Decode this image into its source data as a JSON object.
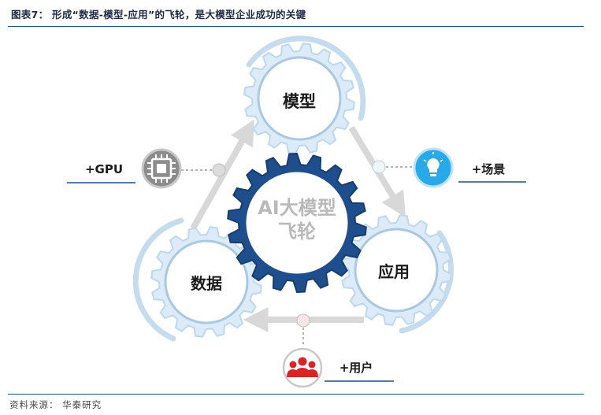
{
  "figure": {
    "title": "图表7： 形成“数据-模型-应用”的飞轮，是大模型企业成功的关键",
    "source": "资料来源： 华泰研究"
  },
  "diagram": {
    "center_label_line1": "AI大模型",
    "center_label_line2": "飞轮",
    "gear_model": "模型",
    "gear_application": "应用",
    "gear_data": "数据",
    "node_gpu": "+GPU",
    "node_scene": "+场景",
    "node_users": "+用户",
    "icons": [
      "chip-icon",
      "lightbulb-icon",
      "users-icon"
    ],
    "colors": {
      "center_gear": "#1f4e8c",
      "gear_outer": "#bcd8ef",
      "arc": "#c5dcef",
      "arrow": "#d8d8d8",
      "gpu_icon_bg": "#8c8c8c",
      "scene_icon_bg": "#29a9e8",
      "users_icon_bg": "#d6262b",
      "label_underline": "#1b4f8a"
    }
  }
}
